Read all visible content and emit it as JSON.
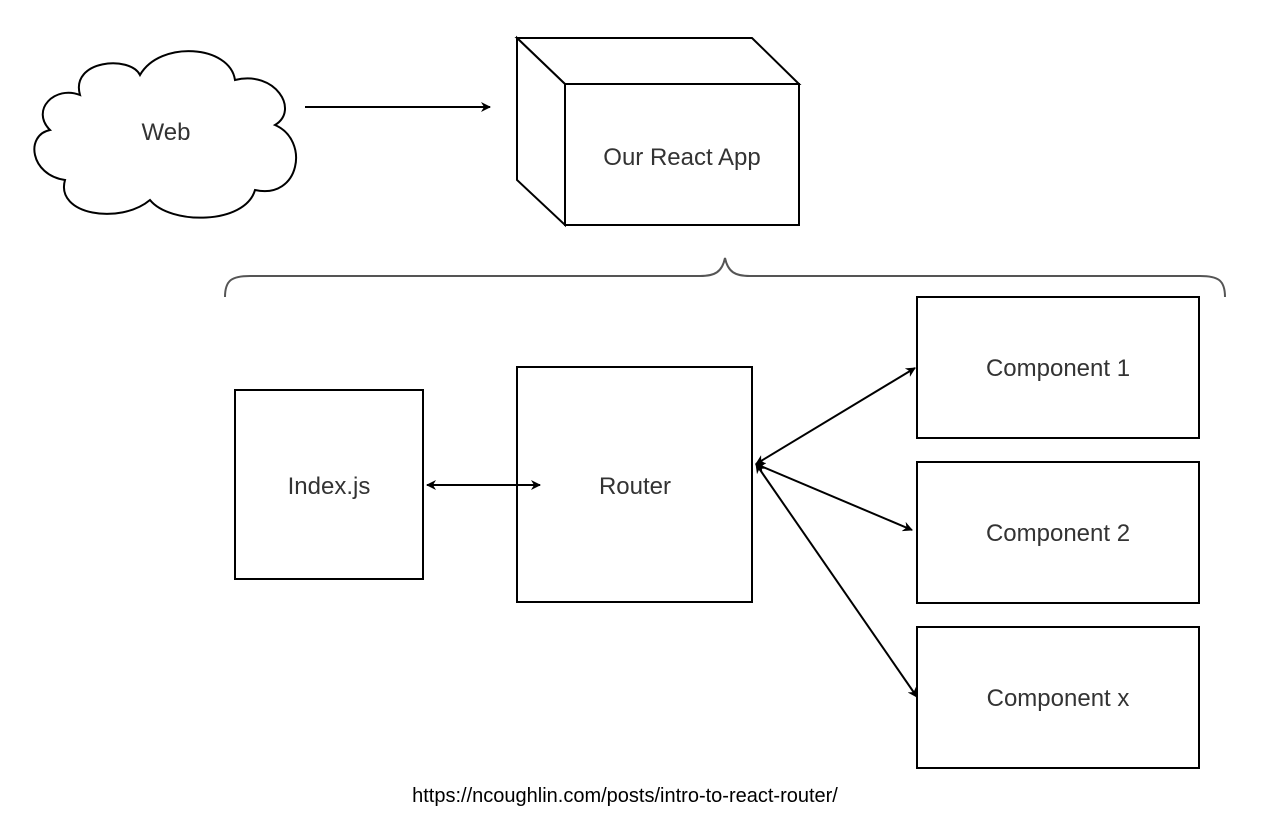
{
  "diagram": {
    "nodes": {
      "web": "Web",
      "app": "Our React App",
      "index": "Index.js",
      "router": "Router",
      "component1": "Component 1",
      "component2": "Component 2",
      "componentx": "Component x"
    },
    "source_url": "https://ncoughlin.com/posts/intro-to-react-router/"
  }
}
